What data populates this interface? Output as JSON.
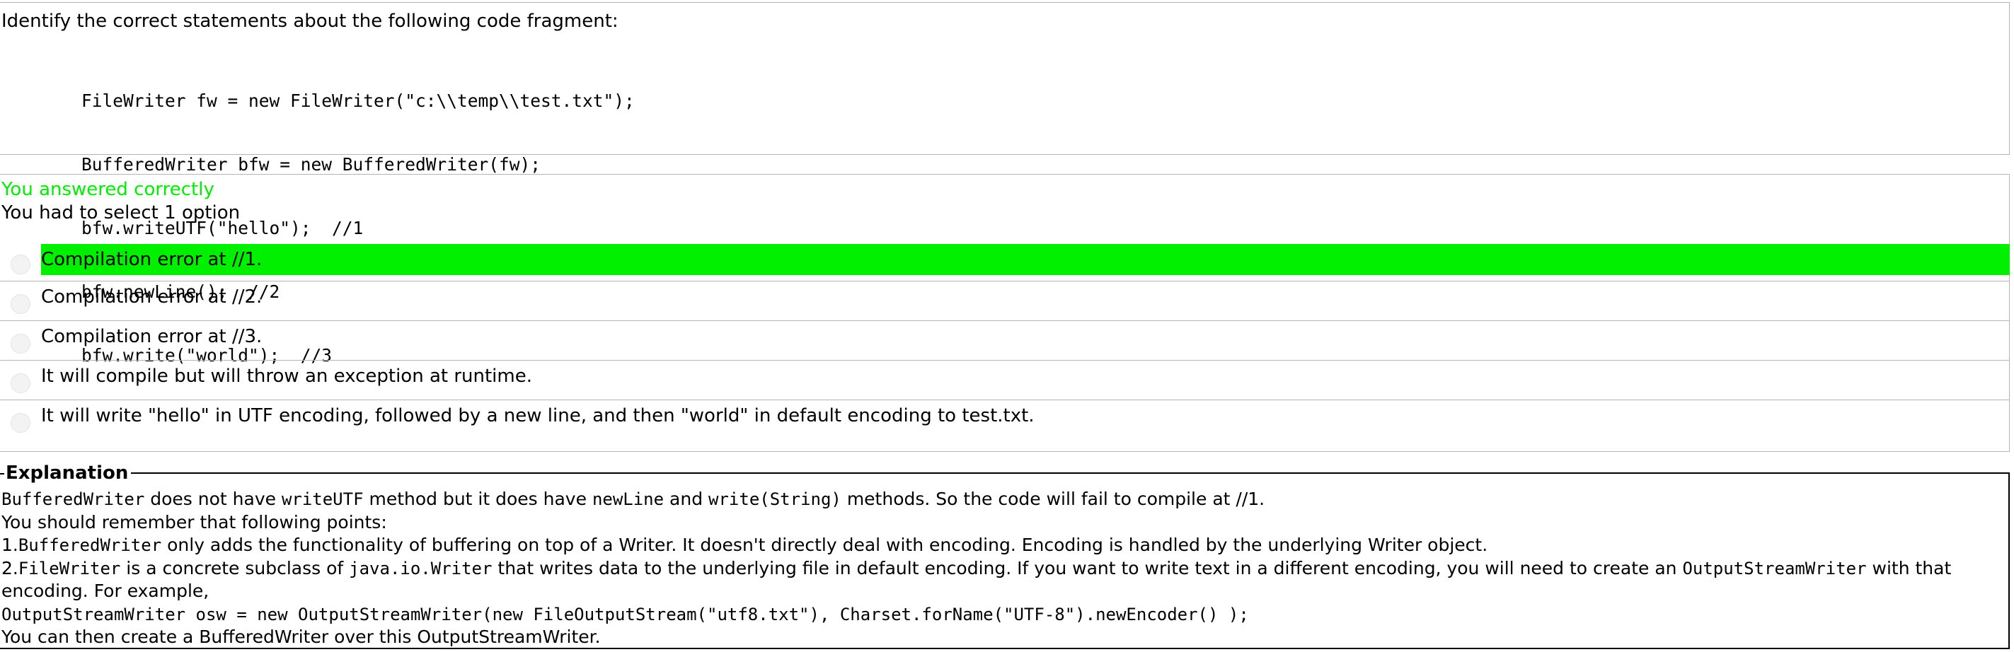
{
  "question": {
    "title": "Identify the correct statements about the following code fragment:",
    "code": [
      "FileWriter fw = new FileWriter(\"c:\\\\temp\\\\test.txt\");",
      "BufferedWriter bfw = new BufferedWriter(fw);",
      "bfw.writeUTF(\"hello\");  //1",
      "bfw.newLine();  //2",
      "bfw.write(\"world\");  //3"
    ]
  },
  "answer": {
    "result_text": "You answered correctly",
    "result_color": "#00ee00",
    "instruction": "You had to select 1 option",
    "options": [
      {
        "label": "Compilation error at //1.",
        "correct": true
      },
      {
        "label": "Compilation error at //2.",
        "correct": false
      },
      {
        "label": "Compilation error at //3.",
        "correct": false
      },
      {
        "label": "It will compile but will throw an exception at runtime.",
        "correct": false
      },
      {
        "label": "It will write \"hello\" in UTF encoding, followed by a new line, and then \"world\" in default encoding to test.txt.",
        "correct": false
      }
    ],
    "highlight_color": "#00f000"
  },
  "explanation": {
    "legend": "Explanation",
    "p1": {
      "c1": "BufferedWriter",
      "t1": " does not have ",
      "c2": "writeUTF",
      "t2": " method but it does have ",
      "c3": "newLine",
      "t3": " and ",
      "c4": "write(String)",
      "t4": " methods. So the code will fail to compile at //1."
    },
    "p2": "You should remember that following points:",
    "p3": {
      "t1": "1.",
      "c1": "BufferedWriter",
      "t2": " only adds the functionality of buffering on top of a Writer. It doesn't directly deal with encoding. Encoding is handled by the underlying Writer object."
    },
    "p4": {
      "t1": "2.",
      "c1": "FileWriter",
      "t2": " is a concrete subclass of ",
      "c2": "java.io.Writer",
      "t3": " that writes data to the underlying file in default encoding. If you want to write text in a different encoding, you will need to create an ",
      "c3": "OutputStreamWriter",
      "t4": " with that encoding. For example,"
    },
    "p5_code": "OutputStreamWriter osw = new OutputStreamWriter(new FileOutputStream(\"utf8.txt\"), Charset.forName(\"UTF-8\").newEncoder()  );",
    "p6": "You can then create a BufferedWriter over this OutputStreamWriter."
  }
}
